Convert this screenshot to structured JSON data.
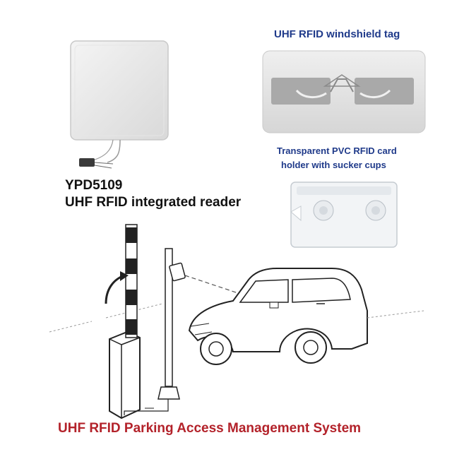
{
  "reader": {
    "model": "YPD5109",
    "name": "UHF RFID integrated reader"
  },
  "windshield_tag": {
    "label": "UHF RFID windshield tag"
  },
  "card_holder": {
    "label_line1": "Transparent PVC RFID card",
    "label_line2": "holder with sucker cups"
  },
  "system": {
    "title": "UHF RFID Parking Access Management System"
  },
  "colors": {
    "title_red": "#b3222a",
    "label_blue": "#1f3a8a",
    "label_black": "#111111"
  }
}
